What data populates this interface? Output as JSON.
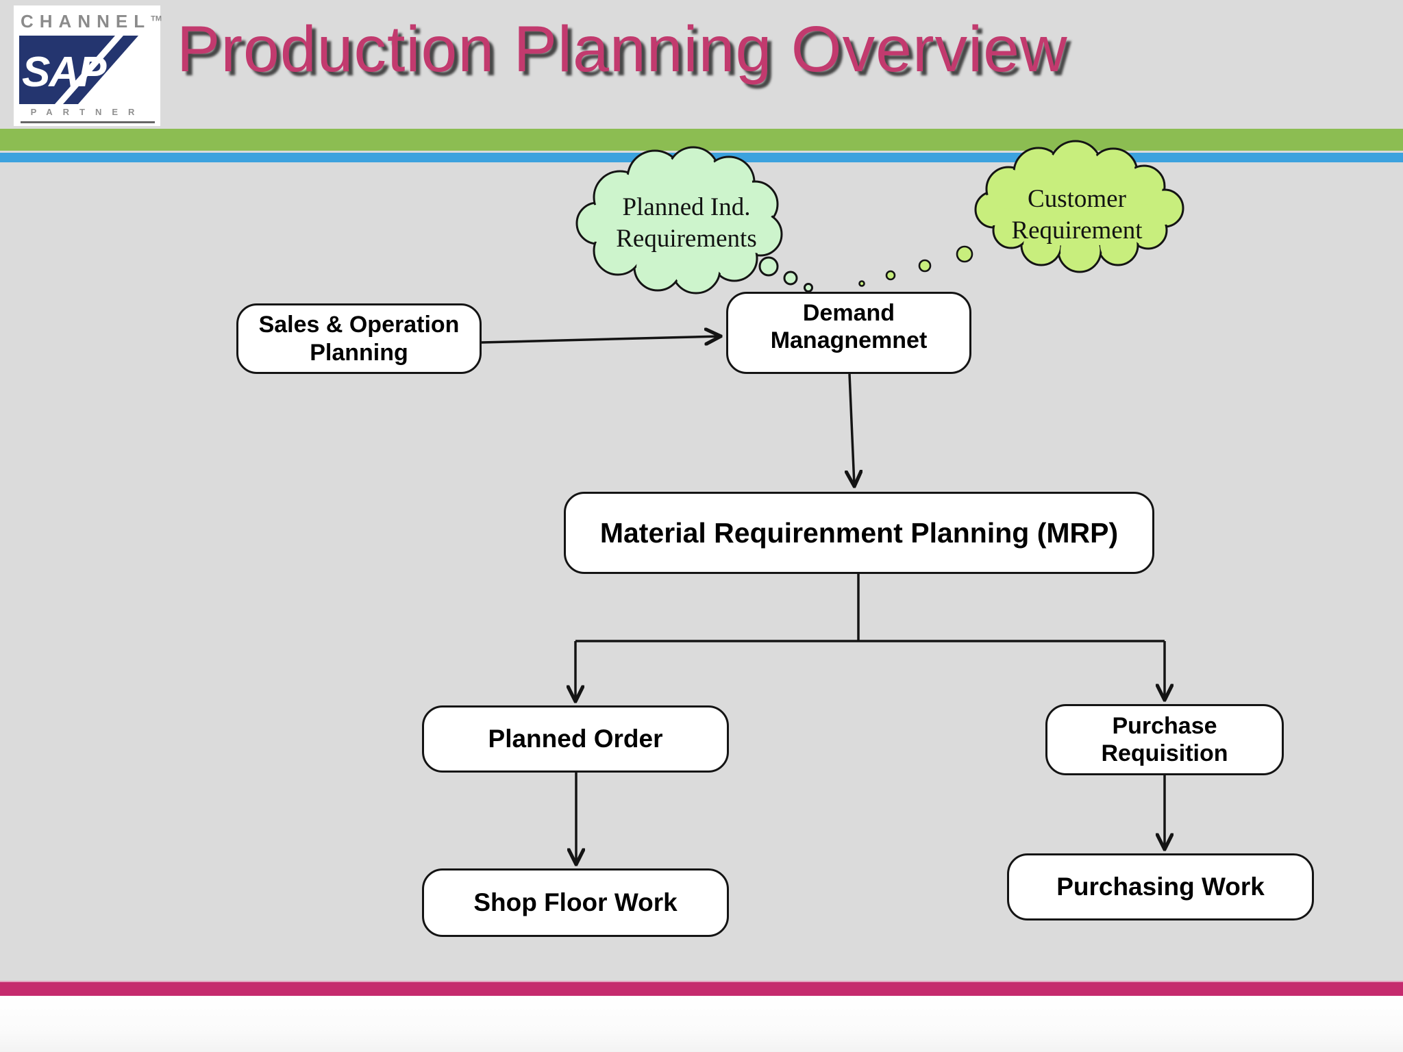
{
  "title": "Production Planning Overview",
  "logo": {
    "channel": "CHANNEL",
    "tm": "TM",
    "sap": "SAP",
    "partner": "PARTNER"
  },
  "clouds": {
    "planned": {
      "line1": "Planned Ind.",
      "line2": "Requirements"
    },
    "customer": {
      "line1": "Customer",
      "line2": "Requirement"
    }
  },
  "boxes": {
    "sales": {
      "line1": "Sales & Operation",
      "line2": "Planning"
    },
    "demand": {
      "line1": "Demand",
      "line2": "Managnemnet"
    },
    "mrp": {
      "line1": "Material Requirenment Planning (MRP)"
    },
    "planned_order": {
      "line1": "Planned Order"
    },
    "purchase_requisition": {
      "line1": "Purchase",
      "line2": "Requisition"
    },
    "shop_floor": {
      "line1": "Shop Floor Work"
    },
    "purchasing_work": {
      "line1": "Purchasing Work"
    }
  },
  "colors": {
    "slide_background": "#dbdbdb",
    "title_magenta": "#c23a6e",
    "bar_green": "#8cbd52",
    "bar_blue": "#3ca2de",
    "footer_magenta": "#c52a6d",
    "cloud_light_green": "#cdf4cc",
    "cloud_bright_green": "#c8ee7d",
    "sap_navy": "#24356f",
    "box_fill": "#ffffff",
    "line_black": "#141414"
  }
}
